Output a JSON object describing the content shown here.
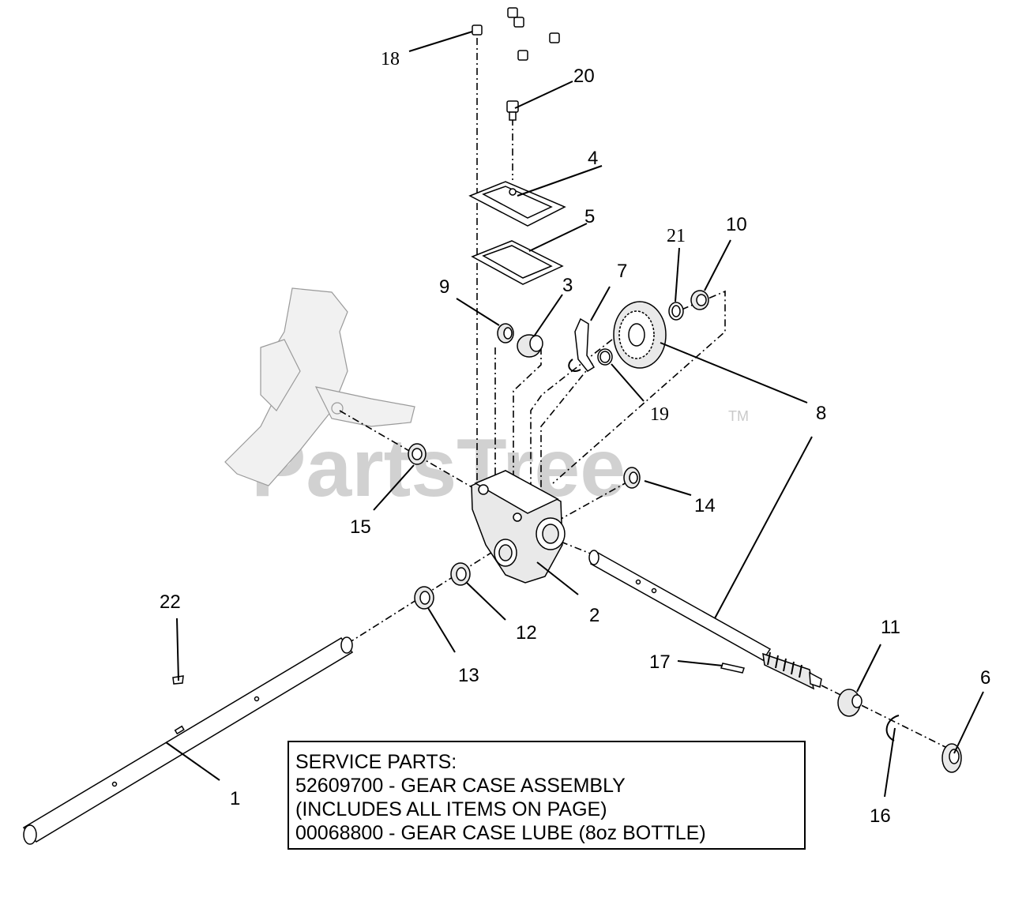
{
  "watermark": {
    "text": "PartsTree",
    "trademark": "TM"
  },
  "callouts": {
    "c1": "1",
    "c2": "2",
    "c3": "3",
    "c4": "4",
    "c5": "5",
    "c6": "6",
    "c7": "7",
    "c8": "8",
    "c9": "9",
    "c10": "10",
    "c11": "11",
    "c12": "12",
    "c13": "13",
    "c14": "14",
    "c15": "15",
    "c16": "16",
    "c17": "17",
    "c18": "18",
    "c19": "19",
    "c20": "20",
    "c21": "21",
    "c22": "22"
  },
  "service_parts": {
    "line1": "SERVICE PARTS:",
    "line2": "52609700 - GEAR CASE ASSEMBLY",
    "line3": "(INCLUDES ALL ITEMS ON PAGE)",
    "line4": "00068800 - GEAR CASE LUBE (8oz BOTTLE)"
  }
}
